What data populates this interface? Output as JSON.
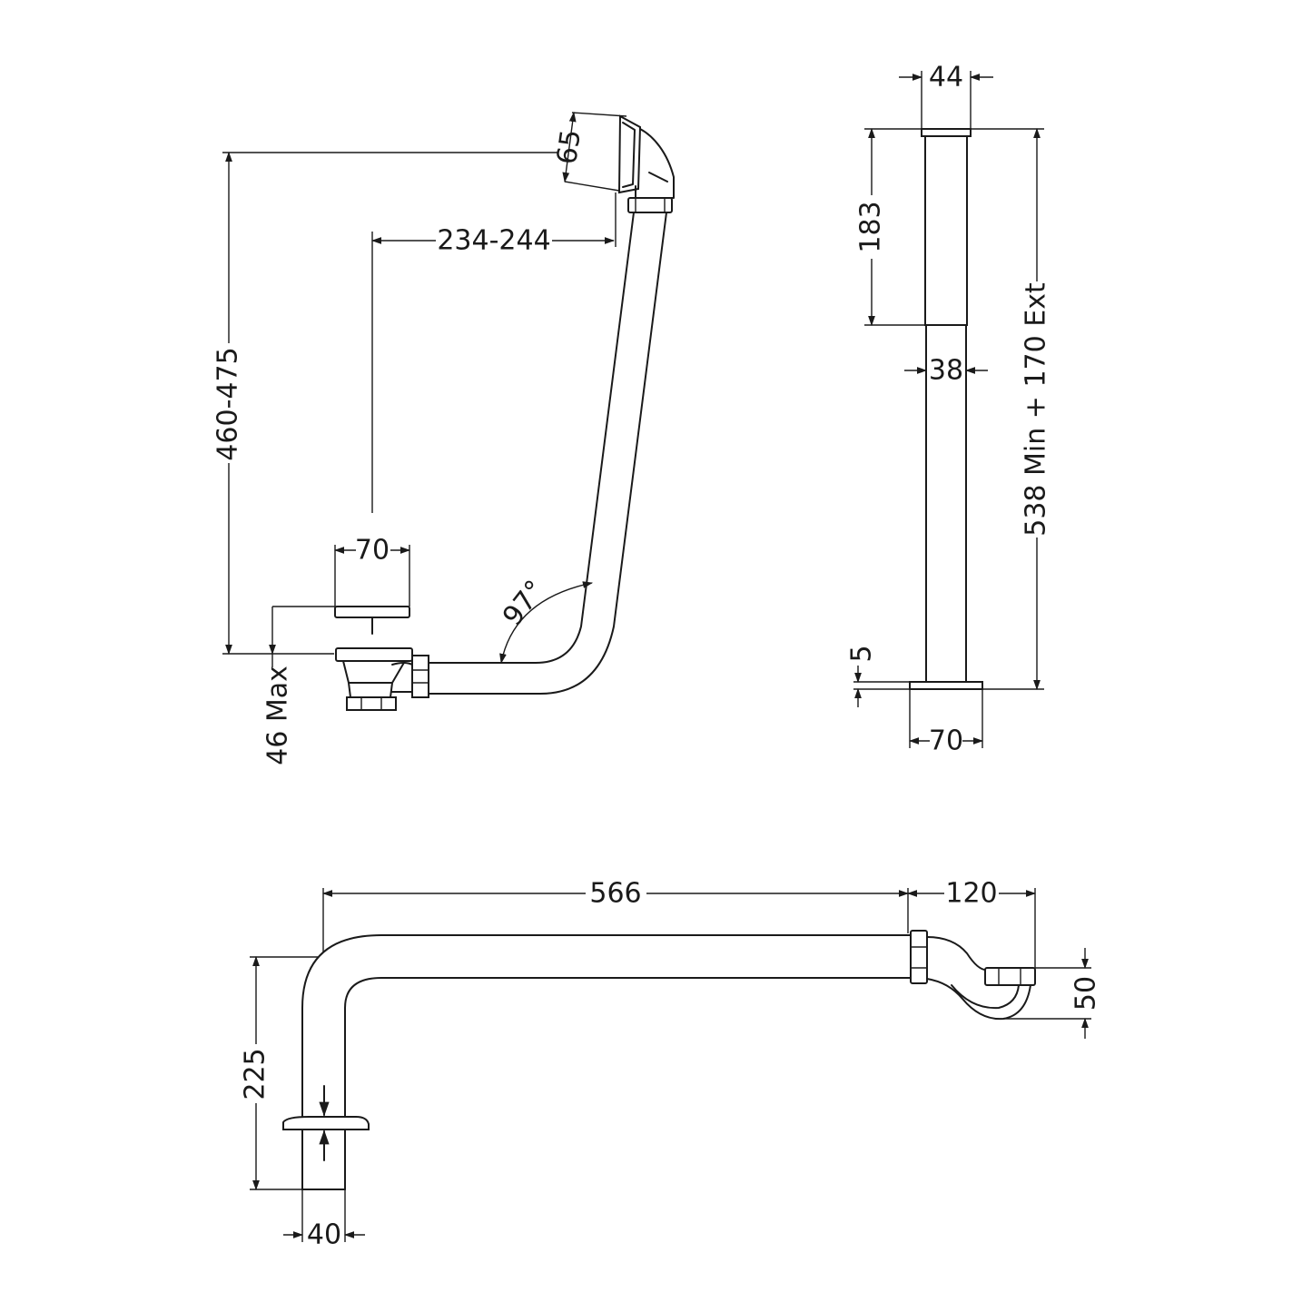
{
  "side_view": {
    "dim_handle_height": "65",
    "dim_waste_to_overflow_horizontal": "234-244",
    "dim_overall_height": "460-475",
    "dim_plug_width": "70",
    "dim_angle": "97°",
    "dim_plug_lift": "46 Max"
  },
  "front_view": {
    "dim_top_width": "44",
    "dim_upper_section": "183",
    "dim_tube_width": "38",
    "dim_overall_length": "538 Min + 170 Ext",
    "dim_base_thickness": "5",
    "dim_base_width": "70"
  },
  "plan_view": {
    "dim_pipe_length": "566",
    "dim_trap_offset": "120",
    "dim_trap_height": "50",
    "dim_vertical_height": "225",
    "dim_pipe_diameter": "40"
  },
  "colors": {
    "line": "#1a1a1a",
    "background": "#ffffff"
  }
}
